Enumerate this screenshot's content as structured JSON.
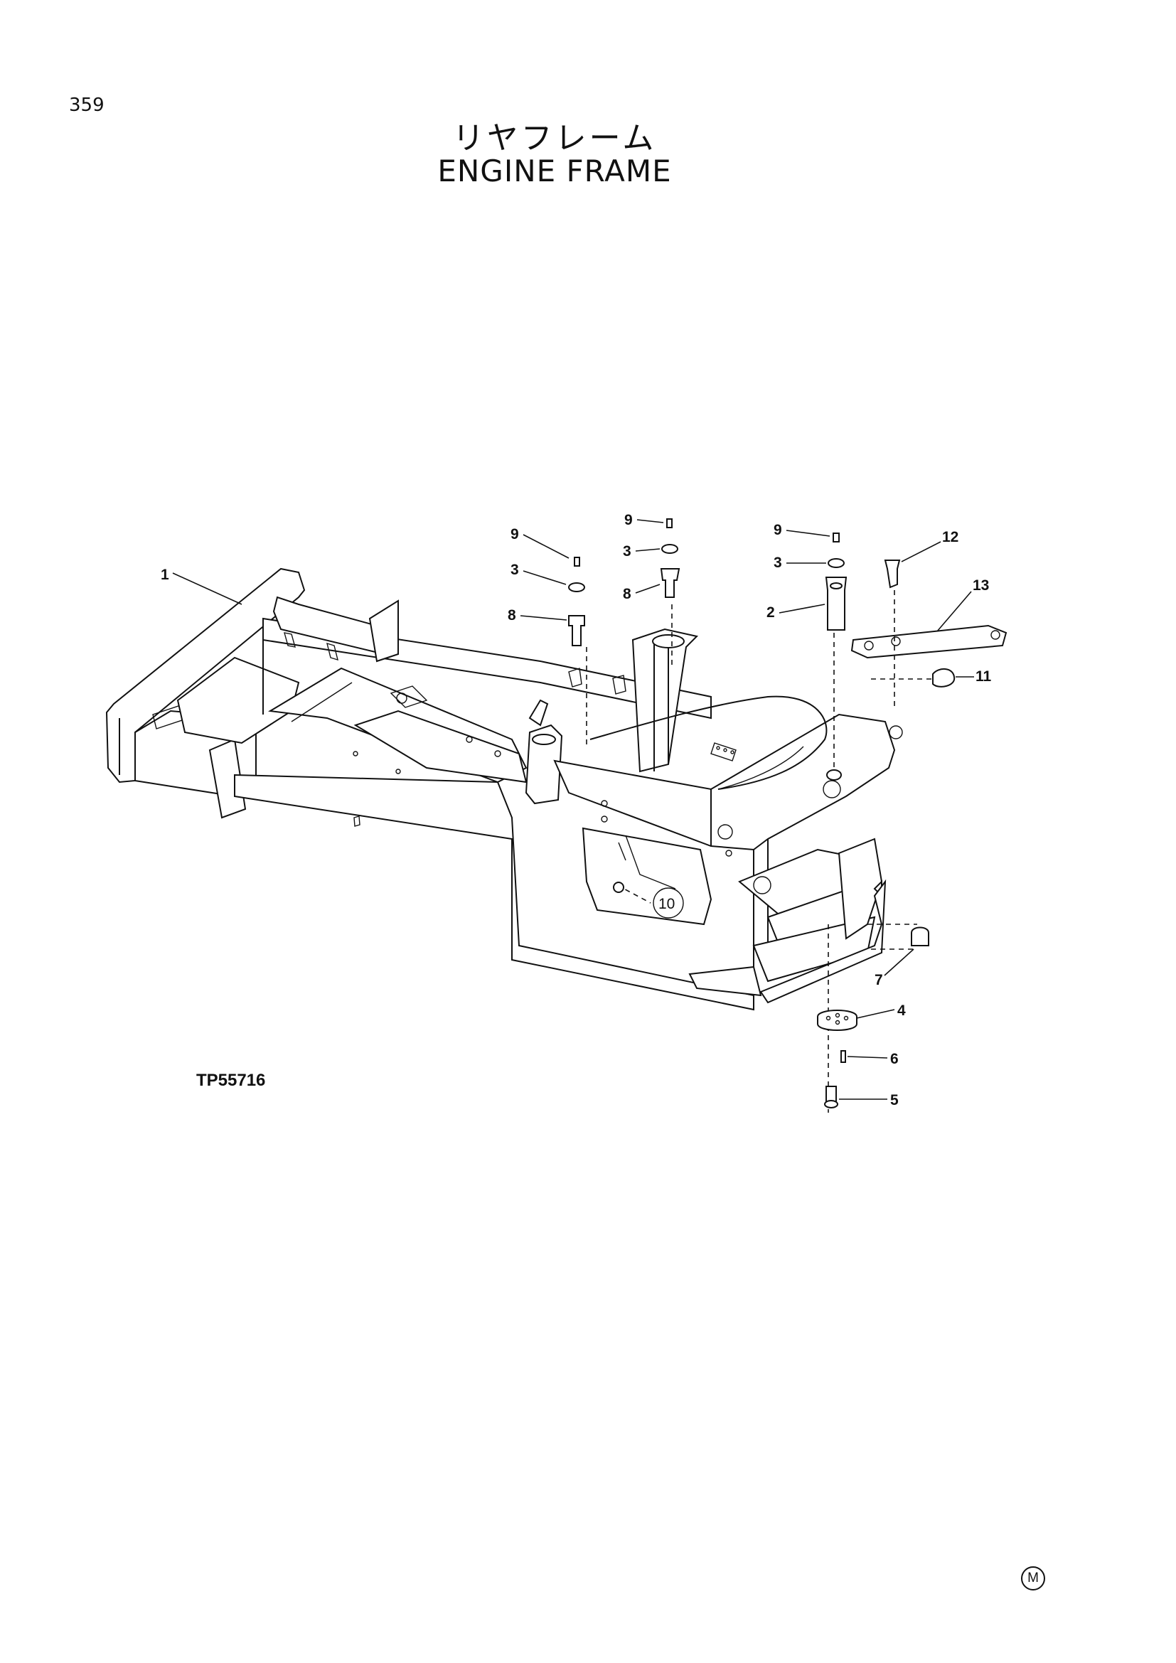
{
  "page_number": "359",
  "title_jp": "リヤフレーム",
  "title_en": "ENGINE FRAME",
  "drawing_code": "TP55716",
  "corner_mark": "M",
  "callouts": [
    {
      "id": "c1",
      "label": "1"
    },
    {
      "id": "c2",
      "label": "2"
    },
    {
      "id": "c3a",
      "label": "3"
    },
    {
      "id": "c3b",
      "label": "3"
    },
    {
      "id": "c3c",
      "label": "3"
    },
    {
      "id": "c4",
      "label": "4"
    },
    {
      "id": "c5",
      "label": "5"
    },
    {
      "id": "c6",
      "label": "6"
    },
    {
      "id": "c7",
      "label": "7"
    },
    {
      "id": "c8a",
      "label": "8"
    },
    {
      "id": "c8b",
      "label": "8"
    },
    {
      "id": "c9a",
      "label": "9"
    },
    {
      "id": "c9b",
      "label": "9"
    },
    {
      "id": "c9c",
      "label": "9"
    },
    {
      "id": "c10",
      "label": "10"
    },
    {
      "id": "c11",
      "label": "11"
    },
    {
      "id": "c12",
      "label": "12"
    },
    {
      "id": "c13",
      "label": "13"
    }
  ]
}
